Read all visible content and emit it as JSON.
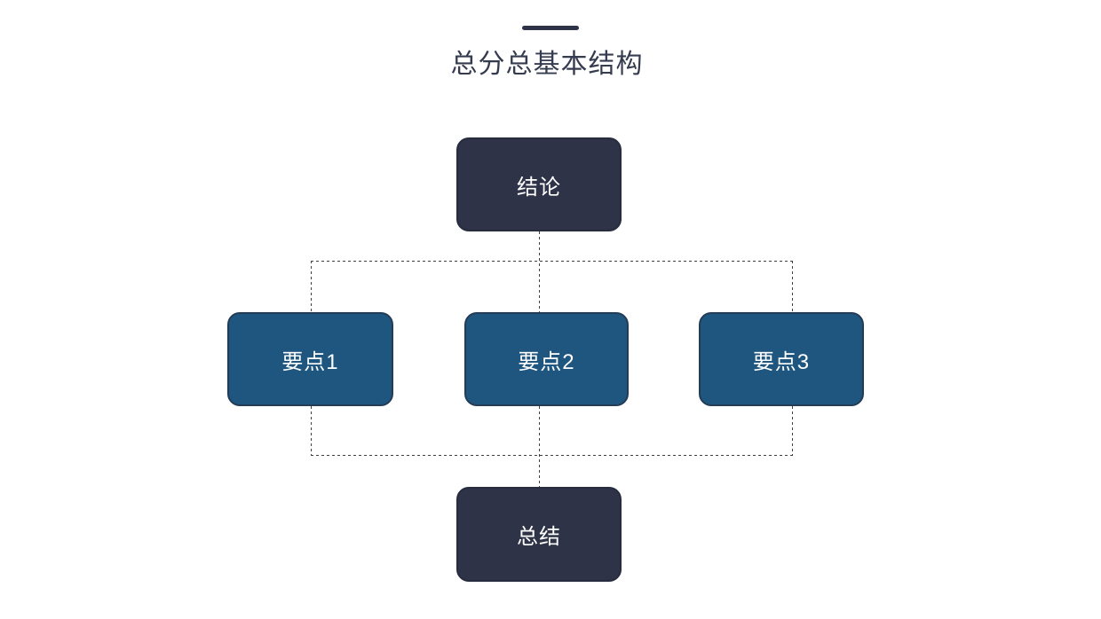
{
  "header": {
    "title": "总分总基本结构"
  },
  "diagram": {
    "nodes": [
      {
        "id": "conclusion",
        "label": "结论",
        "role": "top",
        "color": "#2e3347"
      },
      {
        "id": "point-1",
        "label": "要点1",
        "role": "branch",
        "color": "#1f5680"
      },
      {
        "id": "point-2",
        "label": "要点2",
        "role": "branch",
        "color": "#1f5680"
      },
      {
        "id": "point-3",
        "label": "要点3",
        "role": "branch",
        "color": "#1f5680"
      },
      {
        "id": "summary",
        "label": "总结",
        "role": "bottom",
        "color": "#2e3347"
      }
    ],
    "colors": {
      "background": "#ffffff",
      "dark_node": "#2e3347",
      "blue_node": "#1f5680",
      "node_text": "#ffffff",
      "connector": "#404040",
      "title_text": "#363c4f",
      "accent_bar": "#2e3347"
    },
    "connector_style": "dashed"
  }
}
